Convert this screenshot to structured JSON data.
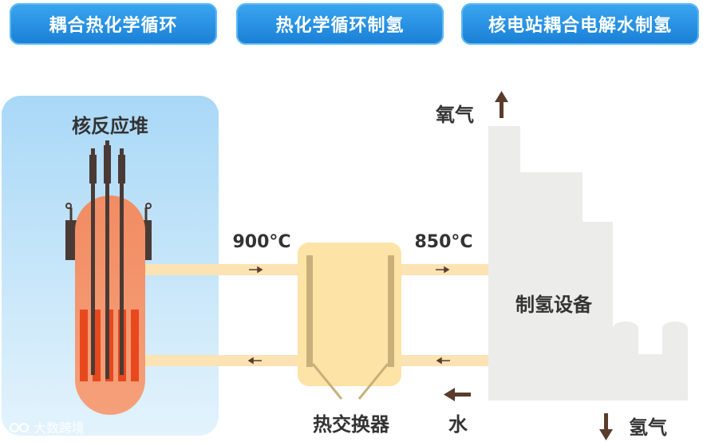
{
  "tabs": [
    {
      "label": "耦合热化学循环"
    },
    {
      "label": "热化学循环制氢"
    },
    {
      "label": "核电站耦合电解水制氢"
    }
  ],
  "diagram": {
    "reactor_label": "核反应堆",
    "hot_temp": "900°C",
    "cool_temp": "850°C",
    "exchanger_label": "热交换器",
    "plant_label": "制氢设备",
    "oxygen_label": "氧气",
    "hydrogen_label": "氢气",
    "water_label": "水"
  },
  "watermark": "大数跨境",
  "colors": {
    "tab_blue": "#2a93e6",
    "reactor_bg": "#cfe9fa",
    "reactor_core": "#f08a5d",
    "pipe": "#fbe3b3",
    "exchanger": "#fde3a6",
    "plant": "#ececea",
    "arrow": "#5a3c2c"
  }
}
